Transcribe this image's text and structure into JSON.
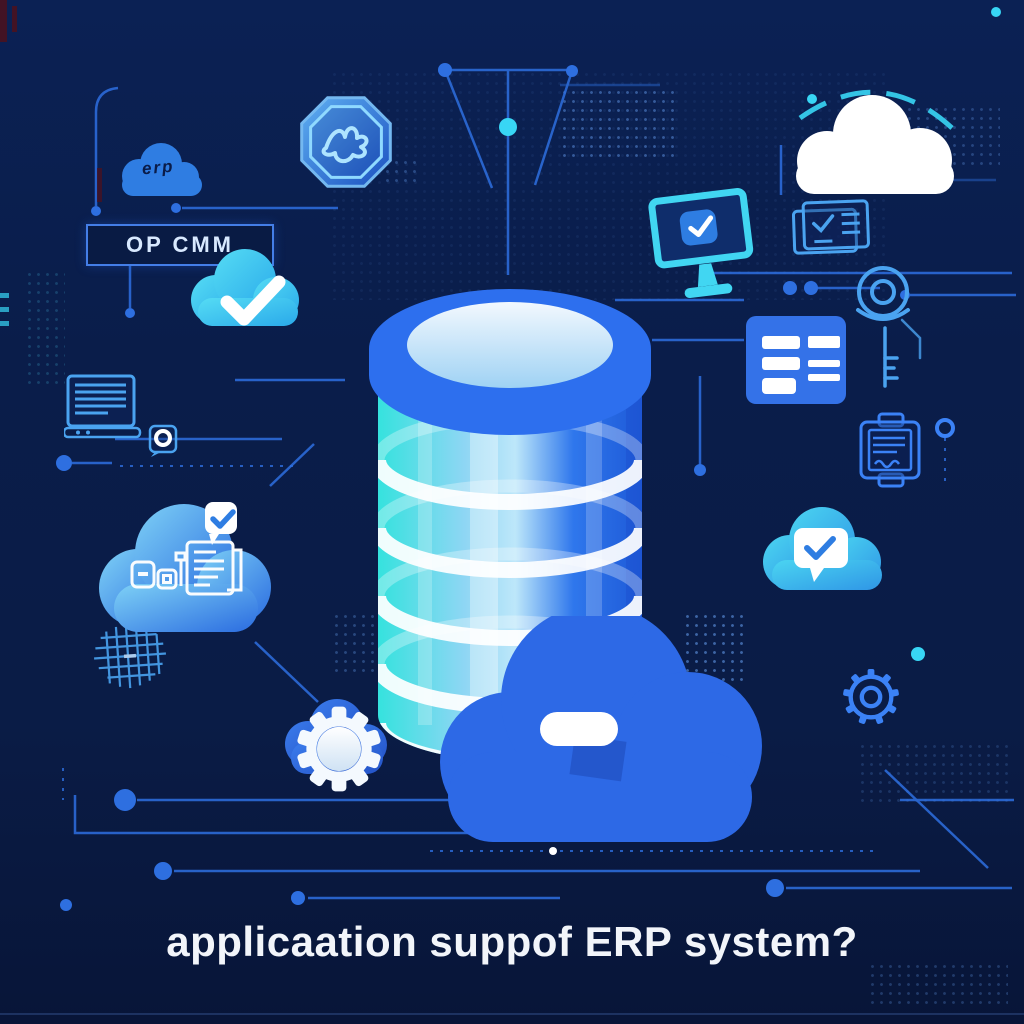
{
  "palette": {
    "background": "#0a1c48",
    "background_deep": "#081538",
    "line_blue": "#2e6fe0",
    "accent_cyan": "#38d6f5",
    "cloud_blue": "#2d69e6",
    "cloud_cyan_gradient": [
      "#4bd5f1",
      "#2f96e6"
    ],
    "cloud_light_gradient": [
      "#7ed1f6",
      "#2b6ce0"
    ],
    "cylinder_gradient": [
      "#35e2de",
      "#bde7fa",
      "#1e5ad8"
    ],
    "monitor_cyan": "#41d6f2",
    "white": "#ffffff",
    "label_text": "#d8e9ff",
    "caption_text": "#f2f5fa",
    "dark_mark": "#4a1220"
  },
  "texts": {
    "erp_cloud_label": "erp",
    "op_cmm_label": "OP CMM",
    "caption": "applicaation suppof ERP system?"
  },
  "icons": [
    {
      "name": "erp-cloud-icon"
    },
    {
      "name": "shield-badge-icon"
    },
    {
      "name": "white-cloud-icon"
    },
    {
      "name": "monitor-check-icon"
    },
    {
      "name": "receipt-icon"
    },
    {
      "name": "check-cloud-icon"
    },
    {
      "name": "list-card-icon"
    },
    {
      "name": "avatar-key-icon"
    },
    {
      "name": "laptop-icon"
    },
    {
      "name": "camera-icon"
    },
    {
      "name": "database-cylinder-icon"
    },
    {
      "name": "devices-cloud-icon"
    },
    {
      "name": "check-badge-icon"
    },
    {
      "name": "chip-document-icon"
    },
    {
      "name": "grid-chip-icon"
    },
    {
      "name": "gear-cloud-icon"
    },
    {
      "name": "white-gear-icon"
    },
    {
      "name": "big-cloud-icon"
    },
    {
      "name": "dash-pill-icon"
    },
    {
      "name": "bubble-check-cloud-icon"
    },
    {
      "name": "outline-gear-icon"
    },
    {
      "name": "circuit-decor"
    }
  ]
}
